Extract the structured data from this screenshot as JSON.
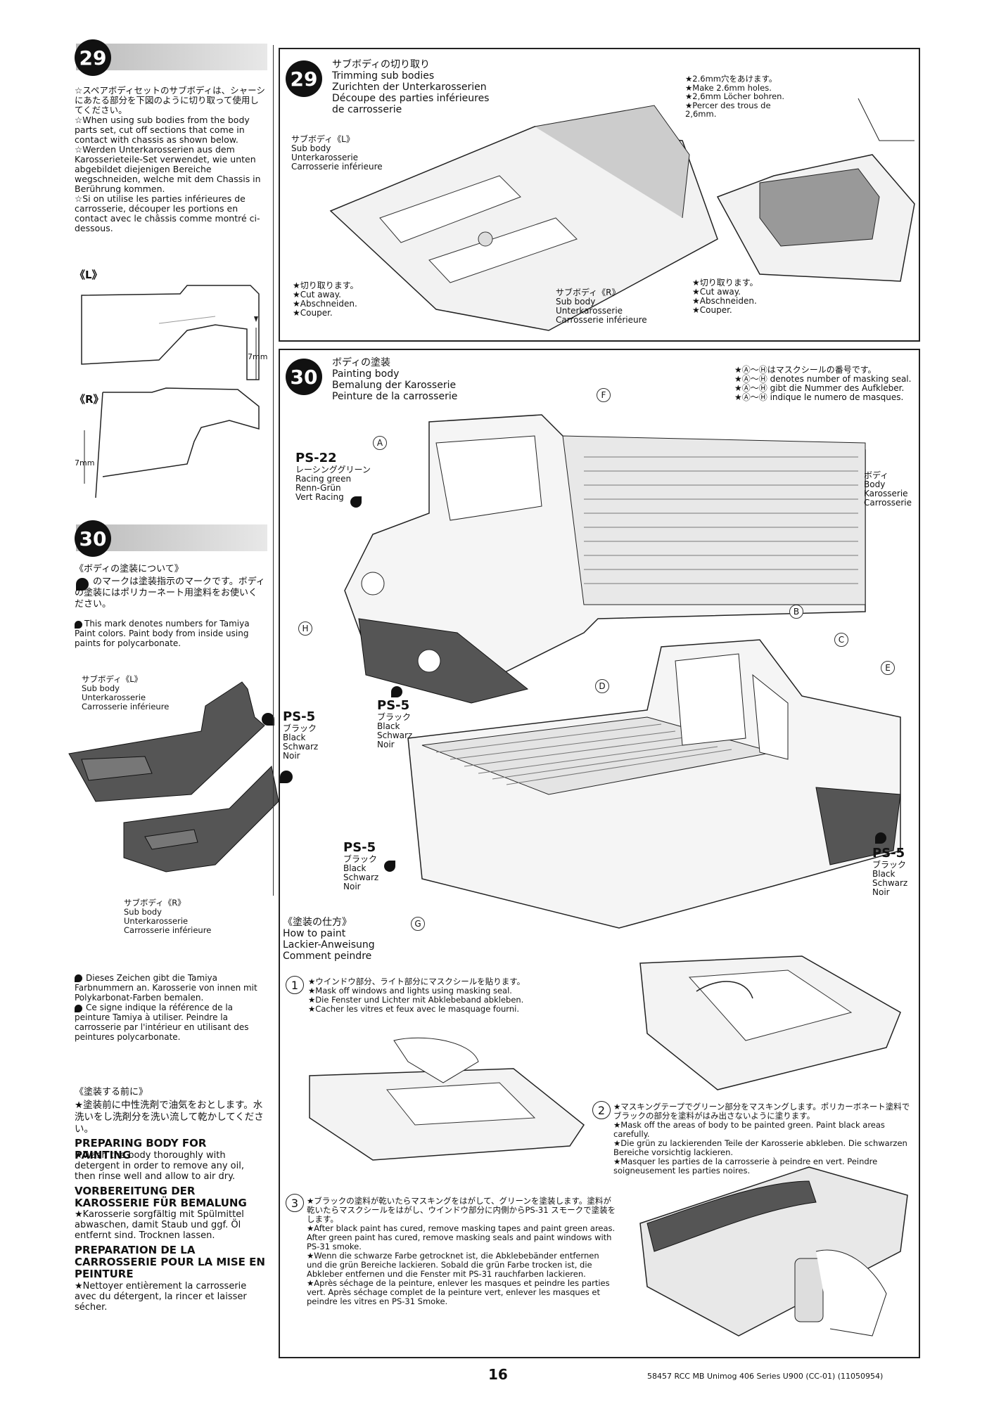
{
  "left": {
    "step29_badge": "29",
    "step29_text": [
      "☆スペアボディセットのサブボディは、シャーシにあたる部分を下図のように切り取って使用してください。",
      "☆When using sub bodies from the body parts set, cut off sections that come in contact with chassis as shown below.",
      "☆Werden Unterkarosserien aus dem Karosserieteile-Set verwendet, wie unten abgebildet diejenigen Bereiche wegschneiden, welche mit dem Chassis in Berührung kommen.",
      "☆Si on utilise les parties inférieures de carrosserie, découper les portions en contact avec le châssis comme montré ci-dessous."
    ],
    "label_L": "《L》",
    "label_R": "《R》",
    "dim_7mm_a": "7mm",
    "dim_7mm_b": "7mm",
    "step30_badge": "30",
    "paint_head_jp": "《ボディの塗装について》",
    "paint_jp": "のマークは塗装指示のマークです。ボディの塗装にはポリカーネート用塗料をお使いください。",
    "paint_en": "This mark denotes numbers for Tamiya Paint colors. Paint body from inside using paints for polycarbonate.",
    "subbody_L": [
      "サブボディ《L》",
      "Sub body",
      "Unterkarosserie",
      "Carrosserie inférieure"
    ],
    "subbody_R": [
      "サブボディ《R》",
      "Sub body",
      "Unterkarosserie",
      "Carrosserie inférieure"
    ],
    "ps5_mid": [
      "PS-5",
      "ブラック",
      "Black",
      "Schwarz",
      "Noir"
    ],
    "de_note": "Dieses Zeichen gibt die Tamiya Farbnummern an. Karosserie von innen mit Polykarbonat-Farben bemalen.",
    "fr_note": "Ce signe indique la référence de la peinture Tamiya à utiliser. Peindre la carrosserie par l'intérieur en utilisant des peintures polycarbonate.",
    "prep_head_jp": "《塗装する前に》",
    "prep_jp": "★塗装前に中性洗剤で油気をおとします。水洗いをし洗剤分を洗い流して乾かしてください。",
    "prep_head_en": "PREPARING BODY FOR PAINTING",
    "prep_en": "★Wash the body thoroughly with detergent in order to remove any oil, then rinse well and allow to air dry.",
    "prep_head_de": "VORBEREITUNG DER KAROSSERIE FÜR BEMALUNG",
    "prep_de": "★Karosserie sorgfältig mit Spülmittel abwaschen, damit Staub und ggf. Öl entfernt sind. Trocknen lassen.",
    "prep_head_fr": "PREPARATION DE LA CARROSSERIE POUR LA MISE EN PEINTURE",
    "prep_fr": "★Nettoyer entièrement la carrosserie avec du détergent, la rincer et laisser sécher."
  },
  "panel29": {
    "badge": "29",
    "title": [
      "サブボディの切り取り",
      "Trimming sub bodies",
      "Zurichten der Unterkarosserien",
      "Découpe des parties inférieures",
      "de carrosserie"
    ],
    "subbody_L": [
      "サブボディ《L》",
      "Sub body",
      "Unterkarosserie",
      "Carrosserie inférieure"
    ],
    "holes": [
      "★2.6mm穴をあけます。",
      "★Make 2.6mm holes.",
      "★2,6mm Löcher bohren.",
      "★Percer des trous de",
      "2,6mm."
    ],
    "cut_left": [
      "★切り取ります。",
      "★Cut away.",
      "★Abschneiden.",
      "★Couper."
    ],
    "subbody_R": [
      "サブボディ《R》",
      "Sub body",
      "Unterkarosserie",
      "Carrosserie inférieure"
    ],
    "cut_right": [
      "★切り取ります。",
      "★Cut away.",
      "★Abschneiden.",
      "★Couper."
    ]
  },
  "panel30": {
    "badge": "30",
    "title": [
      "ボディの塗装",
      "Painting body",
      "Bemalung der Karosserie",
      "Peinture de la carrosserie"
    ],
    "mask_note": [
      "★Ⓐ～Ⓗはマスクシールの番号です。",
      "★Ⓐ～Ⓗ denotes number of masking seal.",
      "★Ⓐ～Ⓗ gibt die Nummer des Aufkleber.",
      "★Ⓐ～Ⓗ indique le numero de masques."
    ],
    "ps22": [
      "PS-22",
      "レーシンググリーン",
      "Racing green",
      "Renn-Grün",
      "Vert Racing"
    ],
    "body_label": [
      "ボディ",
      "Body",
      "Karosserie",
      "Carrosserie"
    ],
    "ps5_a": [
      "PS-5",
      "ブラック",
      "Black",
      "Schwarz",
      "Noir"
    ],
    "ps5_b": [
      "PS-5",
      "ブラック",
      "Black",
      "Schwarz",
      "Noir"
    ],
    "ps5_c": [
      "PS-5",
      "ブラック",
      "Black",
      "Schwarz",
      "Noir"
    ],
    "letters": [
      "A",
      "F",
      "H",
      "B",
      "C",
      "D",
      "E",
      "G"
    ],
    "howto_head": [
      "《塗装の仕方》",
      "How to paint",
      "Lackier-Anweisung",
      "Comment peindre"
    ],
    "step1_num": "1",
    "step1": [
      "★ウインドウ部分、ライト部分にマスクシールを貼ります。",
      "★Mask off windows and lights using masking seal.",
      "★Die Fenster und Lichter mit Abklebeband abkleben.",
      "★Cacher les vitres et feux avec le masquage fourni."
    ],
    "step2_num": "2",
    "step2": [
      "★マスキングテープでグリーン部分をマスキングします。ポリカーボネート塗料でブラックの部分を塗料がはみ出さないように塗ります。",
      "★Mask off the areas of body to be painted green. Paint black areas carefully.",
      "★Die grün zu lackierenden Teile der Karosserie abkleben. Die schwarzen Bereiche vorsichtig lackieren.",
      "★Masquer les parties de la carrosserie à peindre en vert. Peindre soigneusement les parties noires."
    ],
    "step3_num": "3",
    "step3": [
      "★ブラックの塗料が乾いたらマスキングをはがして、グリーンを塗装します。塗料が乾いたらマスクシールをはがし、ウインドウ部分に内側からPS-31 スモークで塗装をします。",
      "★After black paint has cured, remove masking tapes and paint green areas. After green paint has cured, remove masking seals and paint windows with PS-31 smoke.",
      "★Wenn die schwarze Farbe getrocknet ist, die Abklebebänder entfernen und die grün Bereiche lackieren. Sobald die grün Farbe trocken ist, die Abkleber entfernen und die Fenster mit PS-31 rauchfarben lackieren.",
      "★Après séchage de la peinture, enlever les masques et peindre les parties vert. Après séchage complet de la peinture vert, enlever les masques et peindre les vitres en PS-31 Smoke."
    ]
  },
  "footer": {
    "page_number": "16",
    "doc_id": "58457 RCC MB Unimog 406 Series U900 (CC-01) (11050954)"
  }
}
